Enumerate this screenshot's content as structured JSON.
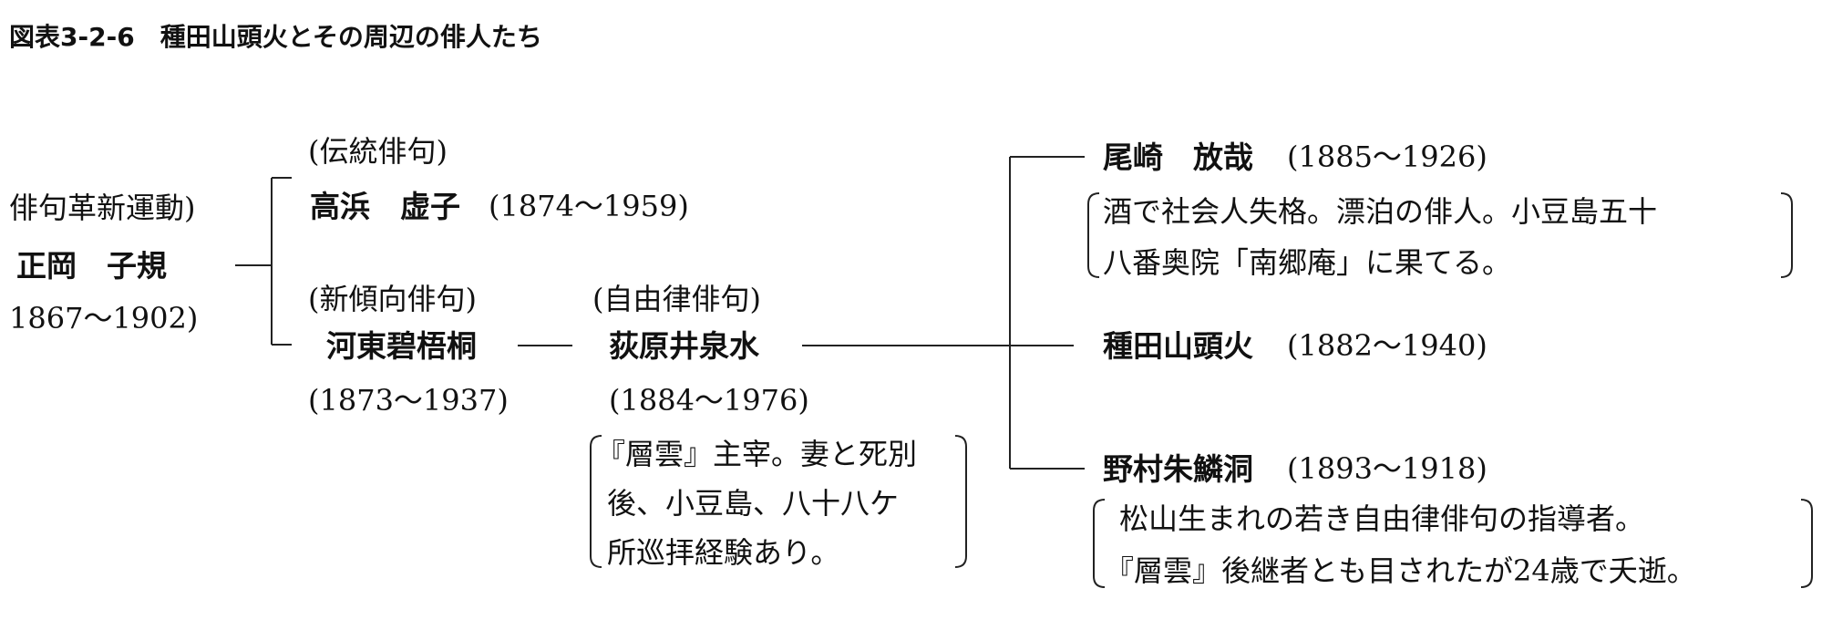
{
  "title": "図表3-2-6　種田山頭火とその周辺の俳人たち",
  "shiki": {
    "movement": "俳句革新運動)",
    "name": "正岡　子規",
    "years": "1867〜1902)"
  },
  "kyoshi": {
    "category": "(伝統俳句)",
    "name": "高浜　虚子",
    "years": "(1874〜1959)"
  },
  "hekigodo": {
    "category": "(新傾向俳句)",
    "name": "河東碧梧桐",
    "years": "(1873〜1937)"
  },
  "seisensui": {
    "category": "(自由律俳句)",
    "name": "荻原井泉水",
    "years": "(1884〜1976)",
    "note": [
      "『層雲』主宰。妻と死別",
      "後、小豆島、八十八ケ",
      "所巡拝経験あり。"
    ]
  },
  "hosai": {
    "name": "尾崎　放哉",
    "years": "(1885〜1926)",
    "note": [
      "酒で社会人失格。漂泊の俳人。小豆島五十",
      "八番奥院「南郷庵」に果てる。"
    ]
  },
  "santoka": {
    "name": "種田山頭火",
    "years": "(1882〜1940)"
  },
  "nomura": {
    "name": "野村朱鱗洞",
    "years": "(1893〜1918)",
    "note": [
      "松山生まれの若き自由律俳句の指導者。",
      "『層雲』後継者とも目されたが24歳で夭逝。"
    ]
  }
}
